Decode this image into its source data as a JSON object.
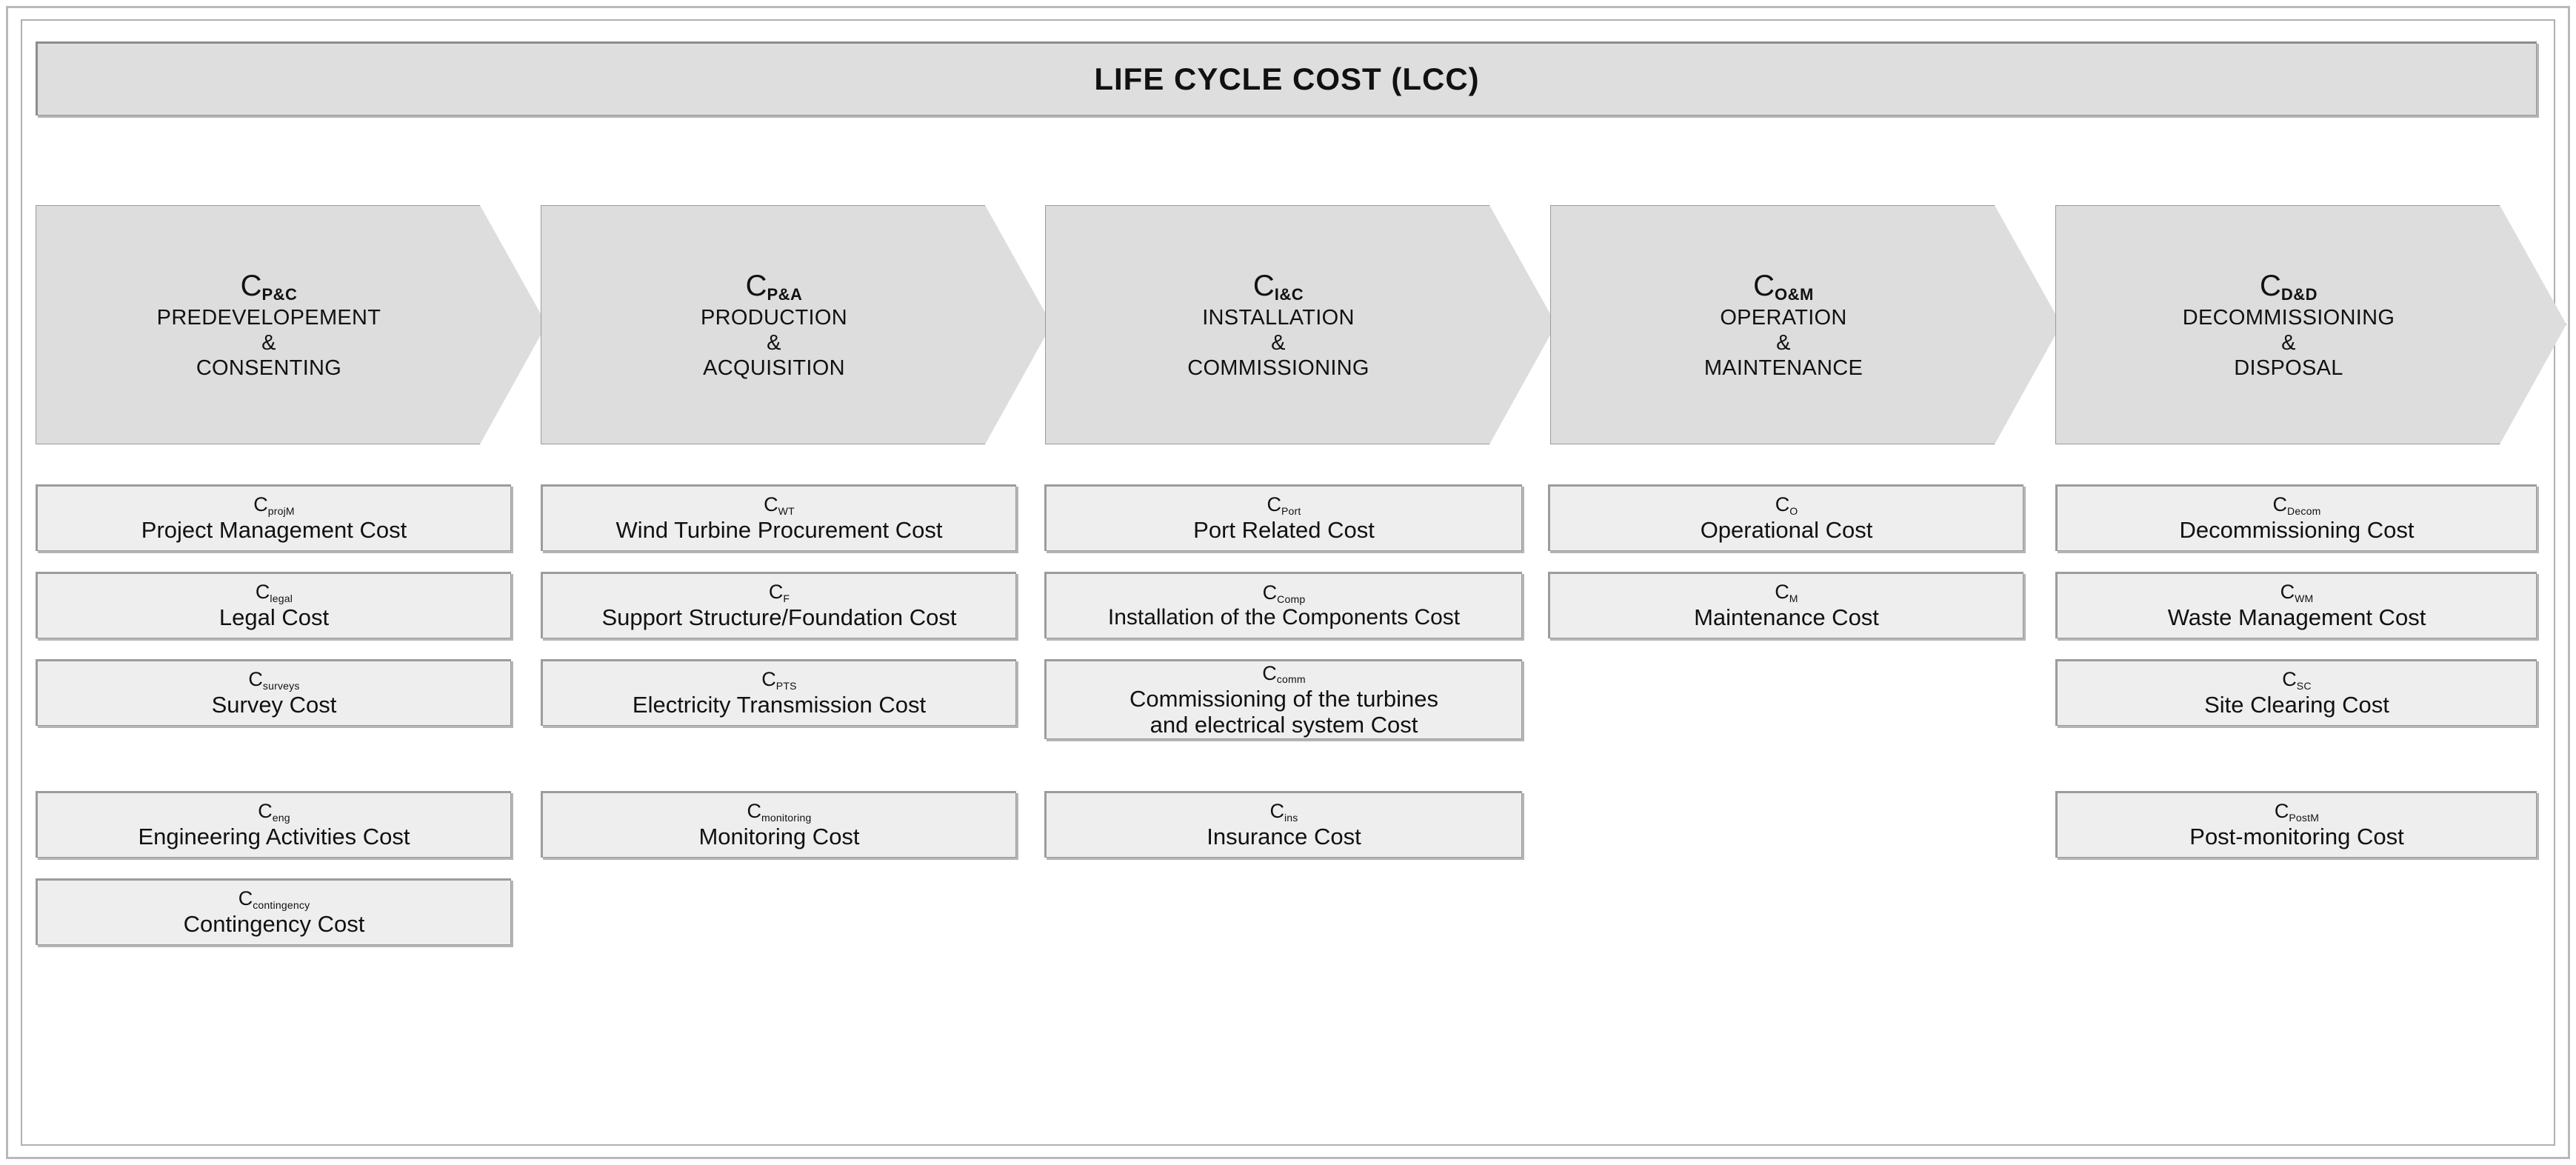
{
  "header": {
    "title": "LIFE CYCLE COST (LCC)"
  },
  "stages": [
    {
      "code_base": "C",
      "code_sub": "P&C",
      "line1": "PREDEVELOPEMENT",
      "line2": "&",
      "line3": "CONSENTING"
    },
    {
      "code_base": "C",
      "code_sub": "P&A",
      "line1": "PRODUCTION",
      "line2": "&",
      "line3": "ACQUISITION"
    },
    {
      "code_base": "C",
      "code_sub": "I&C",
      "line1": "INSTALLATION",
      "line2": "&",
      "line3": "COMMISSIONING"
    },
    {
      "code_base": "C",
      "code_sub": "O&M",
      "line1": "OPERATION",
      "line2": "&",
      "line3": "MAINTENANCE"
    },
    {
      "code_base": "C",
      "code_sub": "D&D",
      "line1": "DECOMMISSIONING",
      "line2": "&",
      "line3": "DISPOSAL"
    }
  ],
  "columns": [
    {
      "items": [
        {
          "code_base": "C",
          "code_sub": "projM",
          "label": "Project Management Cost",
          "label2": ""
        },
        {
          "code_base": "C",
          "code_sub": "legal",
          "label": "Legal Cost",
          "label2": ""
        },
        {
          "code_base": "C",
          "code_sub": "surveys",
          "label": "Survey Cost",
          "label2": ""
        },
        {
          "code_base": "C",
          "code_sub": "eng",
          "label": "Engineering Activities Cost",
          "label2": ""
        },
        {
          "code_base": "C",
          "code_sub": "contingency",
          "label": "Contingency Cost",
          "label2": ""
        }
      ]
    },
    {
      "items": [
        {
          "code_base": "C",
          "code_sub": "WT",
          "label": "Wind Turbine Procurement Cost",
          "label2": ""
        },
        {
          "code_base": "C",
          "code_sub": "F",
          "label": "Support Structure/Foundation Cost",
          "label2": ""
        },
        {
          "code_base": "C",
          "code_sub": "PTS",
          "label": "Electricity Transmission Cost",
          "label2": ""
        },
        {
          "code_base": "C",
          "code_sub": "monitoring",
          "label": "Monitoring Cost",
          "label2": ""
        }
      ]
    },
    {
      "items": [
        {
          "code_base": "C",
          "code_sub": "Port",
          "label": "Port Related Cost",
          "label2": ""
        },
        {
          "code_base": "C",
          "code_sub": "Comp",
          "label": "Installation of the Components Cost",
          "label2": ""
        },
        {
          "code_base": "C",
          "code_sub": "comm",
          "label": "Commissioning of the turbines",
          "label2": "and electrical system Cost"
        },
        {
          "code_base": "C",
          "code_sub": "ins",
          "label": "Insurance Cost",
          "label2": ""
        }
      ]
    },
    {
      "items": [
        {
          "code_base": "C",
          "code_sub": "O",
          "label": "Operational Cost",
          "label2": ""
        },
        {
          "code_base": "C",
          "code_sub": "M",
          "label": "Maintenance Cost",
          "label2": ""
        }
      ]
    },
    {
      "items": [
        {
          "code_base": "C",
          "code_sub": "Decom",
          "label": "Decommissioning Cost",
          "label2": ""
        },
        {
          "code_base": "C",
          "code_sub": "WM",
          "label": "Waste Management Cost",
          "label2": ""
        },
        {
          "code_base": "C",
          "code_sub": "SC",
          "label": "Site Clearing Cost",
          "label2": ""
        },
        {
          "code_base": "C",
          "code_sub": "PostM",
          "label": "Post-monitoring Cost",
          "label2": ""
        }
      ]
    }
  ],
  "colors": {
    "header_fill": "#dedede",
    "stage_fill": "#dddddd",
    "box_fill": "#eeeeee",
    "border": "#9a9a9a",
    "shadow": "#b5b5b5",
    "text": "#111111",
    "background": "#ffffff"
  }
}
